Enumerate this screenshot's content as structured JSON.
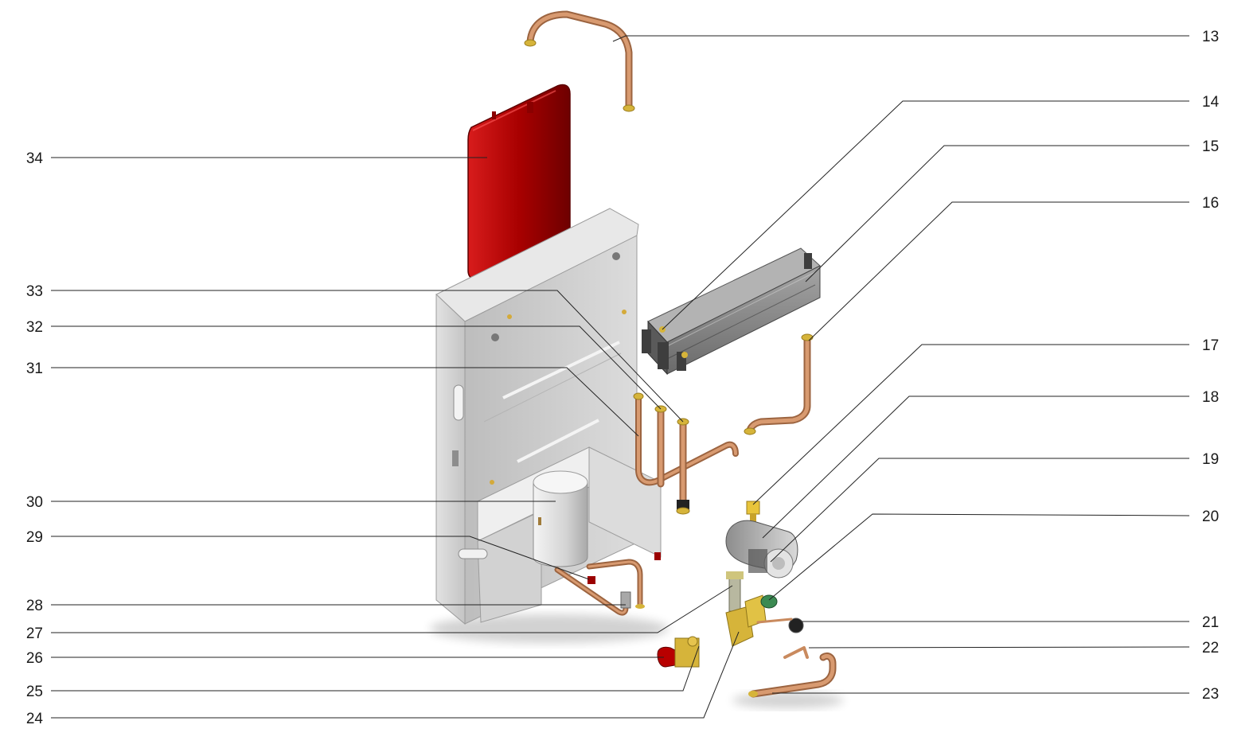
{
  "callouts": [
    {
      "id": "13",
      "label": "13",
      "side": "right"
    },
    {
      "id": "14",
      "label": "14",
      "side": "right"
    },
    {
      "id": "15",
      "label": "15",
      "side": "right"
    },
    {
      "id": "16",
      "label": "16",
      "side": "right"
    },
    {
      "id": "17",
      "label": "17",
      "side": "right"
    },
    {
      "id": "18",
      "label": "18",
      "side": "right"
    },
    {
      "id": "19",
      "label": "19",
      "side": "right"
    },
    {
      "id": "20",
      "label": "20",
      "side": "right"
    },
    {
      "id": "21",
      "label": "21",
      "side": "right"
    },
    {
      "id": "22",
      "label": "22",
      "side": "right"
    },
    {
      "id": "23",
      "label": "23",
      "side": "right"
    },
    {
      "id": "34",
      "label": "34",
      "side": "left"
    },
    {
      "id": "33",
      "label": "33",
      "side": "left"
    },
    {
      "id": "32",
      "label": "32",
      "side": "left"
    },
    {
      "id": "31",
      "label": "31",
      "side": "left"
    },
    {
      "id": "30",
      "label": "30",
      "side": "left"
    },
    {
      "id": "29",
      "label": "29",
      "side": "left"
    },
    {
      "id": "28",
      "label": "28",
      "side": "left"
    },
    {
      "id": "27",
      "label": "27",
      "side": "left"
    },
    {
      "id": "26",
      "label": "26",
      "side": "left"
    },
    {
      "id": "25",
      "label": "25",
      "side": "left"
    },
    {
      "id": "24",
      "label": "24",
      "side": "left"
    }
  ],
  "colors": {
    "frame": "#cfcfcf",
    "frame_dark": "#a9a9a9",
    "frame_light": "#e6e6e6",
    "expansion_vessel": "#b00000",
    "expansion_vessel_dark": "#7a0000",
    "copper": "#c98a5e",
    "copper_dark": "#9c6440",
    "brass": "#d6b43a",
    "heat_exchanger": "#8a8a8a",
    "heat_exchanger_dark": "#5a5a5a",
    "leader": "#222222",
    "label": "#1a1a1a"
  }
}
